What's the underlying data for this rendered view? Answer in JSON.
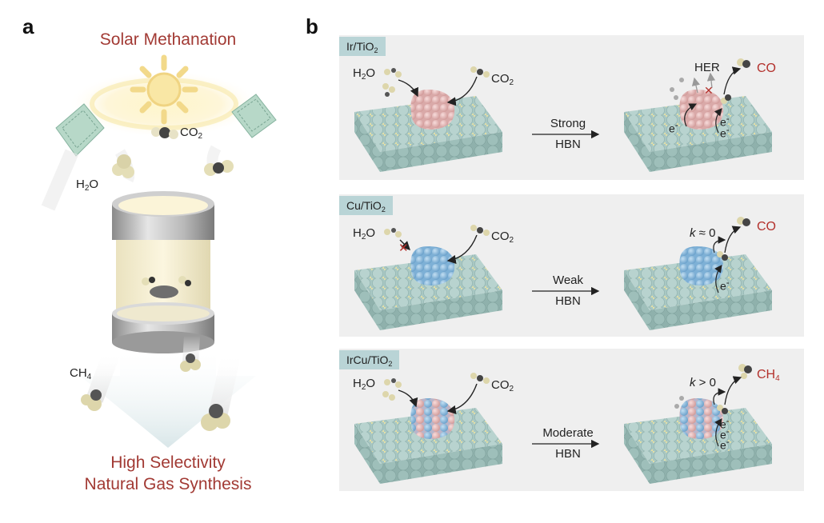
{
  "panel_a": {
    "letter": "a",
    "title": "Solar Methanation",
    "labels": {
      "co2": "CO",
      "co2_sub": "2",
      "h2o_h": "H",
      "h2o_sub": "2",
      "h2o_o": "O",
      "ch4": "CH",
      "ch4_sub": "4"
    },
    "bottom_line1": "High Selectivity",
    "bottom_line2": "Natural Gas Synthesis"
  },
  "panel_b": {
    "letter": "b",
    "rows": [
      {
        "tag": "Ir/TiO",
        "tag_sub": "2",
        "arrow_top": "Strong",
        "arrow_bottom": "HBN",
        "h2o": "H",
        "h2o_sub": "2",
        "h2o_o": "O",
        "co2": "CO",
        "co2_sub": "2",
        "product": "CO",
        "product_sub": "",
        "extra": "HER",
        "rate_k": "",
        "rate_rest": "",
        "electrons": [
          "e",
          "e",
          "e"
        ]
      },
      {
        "tag": "Cu/TiO",
        "tag_sub": "2",
        "arrow_top": "Weak",
        "arrow_bottom": "HBN",
        "h2o": "H",
        "h2o_sub": "2",
        "h2o_o": "O",
        "co2": "CO",
        "co2_sub": "2",
        "product": "CO",
        "product_sub": "",
        "extra": "",
        "rate_k": "k",
        "rate_rest": " ≈ 0",
        "electrons": [
          "e"
        ]
      },
      {
        "tag": "IrCu/TiO",
        "tag_sub": "2",
        "arrow_top": "Moderate",
        "arrow_bottom": "HBN",
        "h2o": "H",
        "h2o_sub": "2",
        "h2o_o": "O",
        "co2": "CO",
        "co2_sub": "2",
        "product": "CH",
        "product_sub": "4",
        "extra": "",
        "rate_k": "k",
        "rate_rest": " > 0",
        "electrons": [
          "e",
          "e",
          "e"
        ]
      }
    ],
    "electron_sup": "-"
  },
  "colors": {
    "title_red": "#a23a34",
    "product_red": "#b3312c",
    "panel_bg": "#efefef",
    "tag_bg": "#b9d4d6",
    "lattice_top": "#a8c7c3",
    "lattice_dot": "#e8e1a3",
    "ir_cluster": "#e7b7b6",
    "cu_cluster": "#8ebedf"
  }
}
